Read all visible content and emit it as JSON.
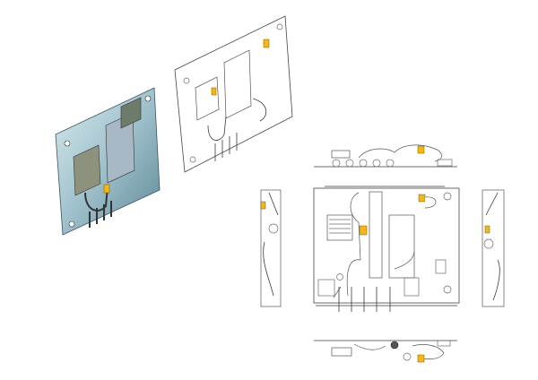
{
  "colors": {
    "background": "#ffffff",
    "line": "#444444",
    "accent_fitting": "#f2b718",
    "iso_plate_light": "#c9dfe6",
    "iso_plate_dark": "#6f97a8",
    "iso_component": "#8a8f7a"
  },
  "views": [
    {
      "id": "isometric-shaded",
      "style": "shaded"
    },
    {
      "id": "isometric-outline",
      "style": "line"
    },
    {
      "id": "top-view",
      "style": "line"
    },
    {
      "id": "front-view",
      "style": "line"
    },
    {
      "id": "left-view",
      "style": "line"
    },
    {
      "id": "right-view",
      "style": "line"
    },
    {
      "id": "bottom-view",
      "style": "line"
    }
  ]
}
